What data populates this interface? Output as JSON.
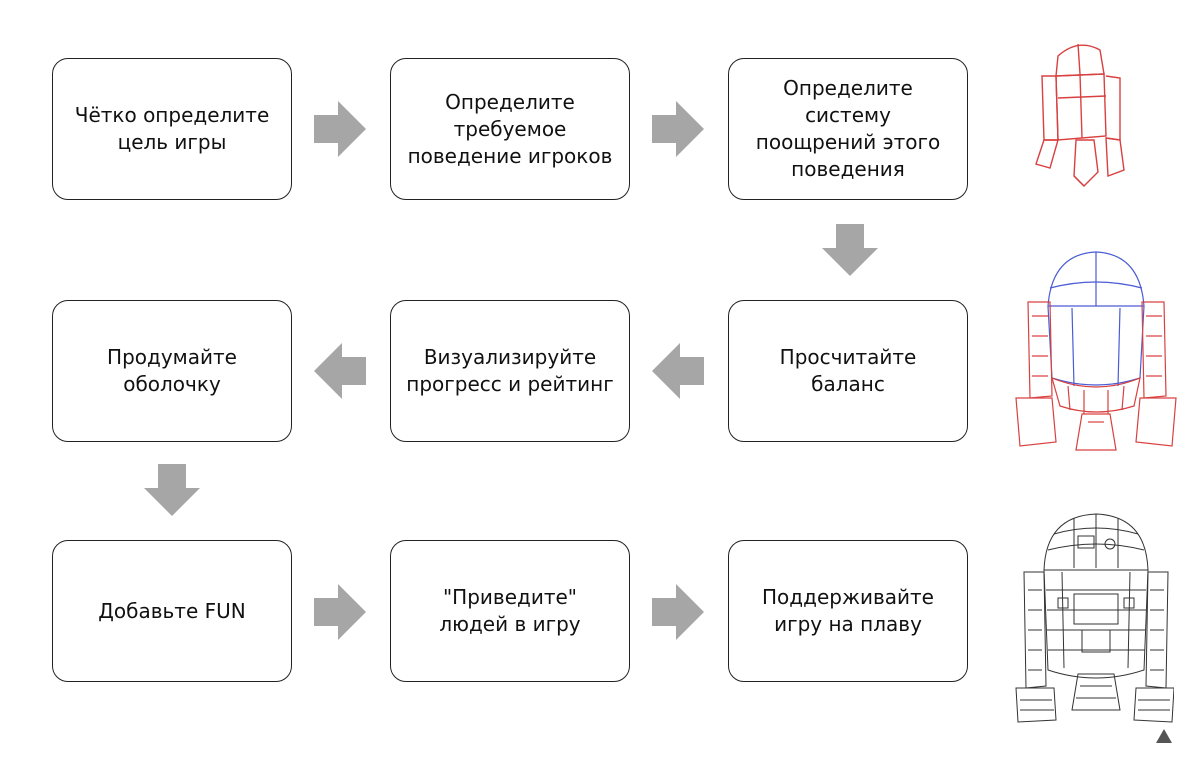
{
  "steps": [
    {
      "id": "goal",
      "label": "Чётко определите\nцель игры"
    },
    {
      "id": "behavior",
      "label": "Определите\nтребуемое\nповедение игроков"
    },
    {
      "id": "rewards",
      "label": "Определите\nсистему\nпоощрений этого\nповедения"
    },
    {
      "id": "balance",
      "label": "Просчитайте\nбаланс"
    },
    {
      "id": "visualize",
      "label": "Визуализируйте\nпрогресс и рейтинг"
    },
    {
      "id": "shell",
      "label": "Продумайте\nоболочку"
    },
    {
      "id": "fun",
      "label": "Добавьте FUN"
    },
    {
      "id": "bring-people",
      "label": "\"Приведите\"\nлюдей в игру"
    },
    {
      "id": "support",
      "label": "Поддерживайте\nигру на плаву"
    }
  ],
  "colors": {
    "box_border": "#222222",
    "arrow": "#a6a6a6",
    "sketch_red": "#d94040",
    "sketch_blue": "#4a5bd4",
    "sketch_ink": "#333333"
  },
  "illustrations": [
    "robot-wireframe-sketch",
    "robot-partial-sketch",
    "robot-detailed-drawing"
  ]
}
